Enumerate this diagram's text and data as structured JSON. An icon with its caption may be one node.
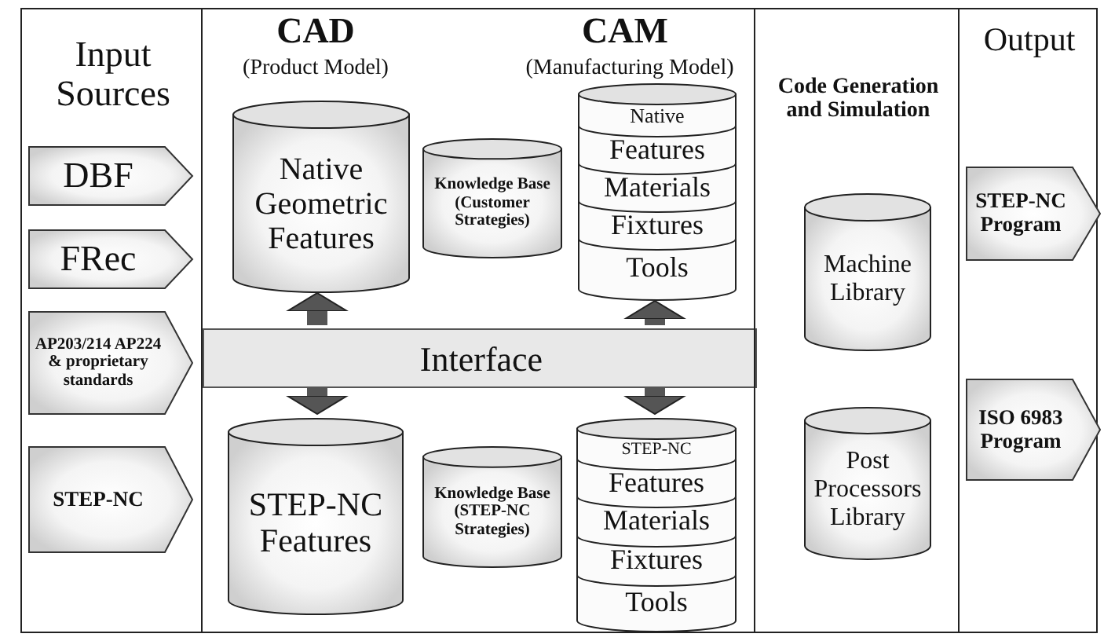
{
  "diagram": {
    "nodes": [
      {
        "text": [
          "Input Sources"
        ]
      },
      {
        "text": [
          "DBF"
        ],
        "in": 0
      },
      {
        "text": [
          "FRec"
        ],
        "in": 0
      },
      {
        "text": [
          "AP203/214 AP224 & proprietary standards"
        ],
        "in": 0
      },
      {
        "text": [
          "STEP-NC"
        ],
        "in": 0
      },
      {
        "text": [
          "CAD",
          "(Product Model)",
          "CAM",
          "(Manufacturing Model)"
        ]
      },
      {
        "text": [
          "Native Geometric Features"
        ],
        "in": 5
      },
      {
        "text": [
          "Knowledge Base (Customer Strategies)"
        ],
        "in": 5
      },
      {
        "text": [
          "Native",
          "Features",
          "Materials",
          "Fixtures",
          "Tools"
        ],
        "in": 5
      },
      {
        "text": [
          "Interface"
        ],
        "in": 5
      },
      {
        "text": [
          "STEP-NC Features"
        ],
        "in": 5
      },
      {
        "text": [
          "Knowledge Base (STEP-NC Strategies)"
        ],
        "in": 5
      },
      {
        "text": [
          "STEP-NC",
          "Features",
          "Materials",
          "Fixtures",
          "Tools"
        ],
        "in": 5
      },
      {
        "text": [
          "Code Generation and Simulation"
        ]
      },
      {
        "text": [
          "Machine Library"
        ],
        "in": 13
      },
      {
        "text": [
          "Post Processors Library"
        ],
        "in": 13
      },
      {
        "text": [
          "Output"
        ]
      },
      {
        "text": [
          "STEP-NC Program"
        ],
        "in": 16
      },
      {
        "text": [
          "ISO 6983 Program"
        ],
        "in": 16
      }
    ],
    "edges": [
      {
        "from": 9,
        "to": 6,
        "arrow": "to"
      },
      {
        "from": 9,
        "to": 10,
        "arrow": "to"
      },
      {
        "from": 9,
        "to": 8,
        "arrow": "to"
      },
      {
        "from": 9,
        "to": 12,
        "arrow": "to"
      }
    ]
  }
}
